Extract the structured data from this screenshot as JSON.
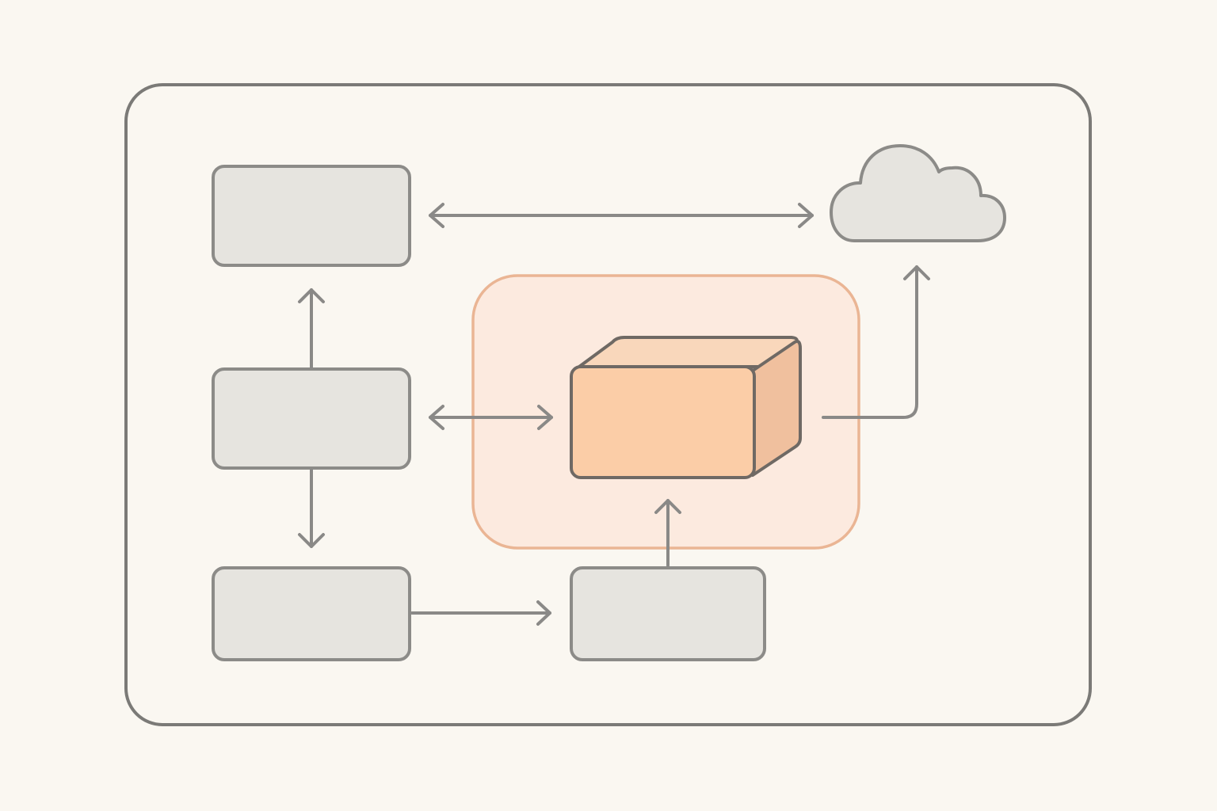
{
  "colors": {
    "background": "#faf7f1",
    "frame_stroke": "#7b7a77",
    "box_fill": "#e6e4df",
    "box_stroke": "#8c8b88",
    "arrow_stroke": "#8a8987",
    "highlight_fill": "#fbe7dc",
    "highlight_stroke": "#eab594",
    "cube_front": "#fbcda7",
    "cube_top": "#f9d7bb",
    "cube_side": "#f0c09e",
    "cube_stroke": "#6f6964",
    "cloud_fill": "#e6e4df"
  },
  "diagram": {
    "nodes": [
      {
        "id": "box-top-left",
        "kind": "box",
        "label": ""
      },
      {
        "id": "box-middle-left",
        "kind": "box",
        "label": ""
      },
      {
        "id": "box-bottom-left",
        "kind": "box",
        "label": ""
      },
      {
        "id": "box-bottom-center",
        "kind": "box",
        "label": ""
      },
      {
        "id": "central-cube",
        "kind": "cube-icon",
        "label": ""
      },
      {
        "id": "cloud",
        "kind": "cloud-icon",
        "label": ""
      }
    ],
    "edges": [
      {
        "from": "box-top-left",
        "to": "cloud",
        "direction": "bidirectional"
      },
      {
        "from": "box-middle-left",
        "to": "box-top-left",
        "direction": "forward"
      },
      {
        "from": "box-middle-left",
        "to": "central-cube",
        "direction": "bidirectional"
      },
      {
        "from": "box-middle-left",
        "to": "box-bottom-left",
        "direction": "forward"
      },
      {
        "from": "box-bottom-left",
        "to": "box-bottom-center",
        "direction": "forward"
      },
      {
        "from": "box-bottom-center",
        "to": "central-cube",
        "direction": "forward"
      },
      {
        "from": "central-cube",
        "to": "cloud",
        "direction": "forward"
      }
    ]
  }
}
